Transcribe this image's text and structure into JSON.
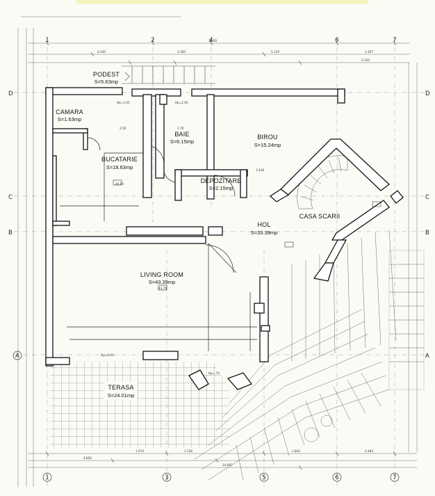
{
  "plan": {
    "rooms": [
      {
        "name": "PODEST",
        "area": "S=5.63mp"
      },
      {
        "name": "CAMARA",
        "area": "S=1.63mp"
      },
      {
        "name": "BAIE",
        "area": "S=6.15mp"
      },
      {
        "name": "BIROU",
        "area": "S=15.24mp"
      },
      {
        "name": "BUCATARIE",
        "area": "S=18.63mp"
      },
      {
        "name": "DEPOZITARE",
        "area": "S=2.15mp"
      },
      {
        "name": "CASA SCARII",
        "area": ""
      },
      {
        "name": "HOL",
        "area": "S=33.39mp"
      },
      {
        "name": "LIVING ROOM",
        "area": "S=43.39mp"
      },
      {
        "name": "TERASA",
        "area": "S=24.01mp"
      }
    ],
    "grid_top": [
      "1",
      "2",
      "4",
      "6",
      "7"
    ],
    "grid_bottom": [
      "1",
      "3",
      "5",
      "6",
      "7"
    ],
    "grid_left": [
      "D",
      "C",
      "B",
      "A"
    ],
    "grid_right": [
      "D",
      "C",
      "B",
      "A"
    ],
    "dimensions_top": [
      "12.00",
      "4.140",
      "3.300",
      "5.129",
      "2.167",
      "6.150"
    ],
    "dimensions_bottom": [
      "4.850",
      "1.074",
      "1.156",
      "1.842",
      "2.484",
      "14.967"
    ],
    "dimensions_misc": [
      "Hp=1.02",
      "Hp=1.64",
      "Hp=0.00",
      "Hp=.74",
      "2.50",
      "1.70",
      "40.00",
      "43.79",
      "1.428"
    ]
  }
}
